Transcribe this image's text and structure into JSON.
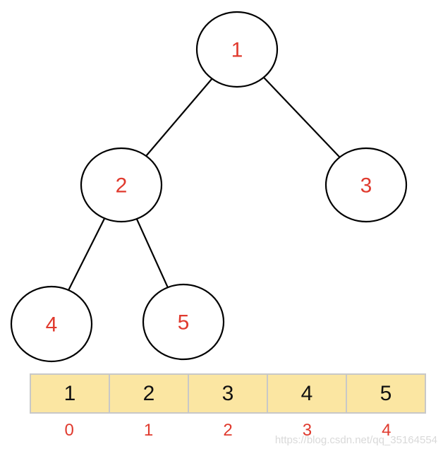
{
  "colors": {
    "node_label": "#e03a2e",
    "index_label": "#e03a2e",
    "cell_fill": "#fbe6a2",
    "cell_border": "#c8c8c8",
    "outline": "#000000"
  },
  "tree": {
    "nodes": [
      {
        "id": "n1",
        "label": "1"
      },
      {
        "id": "n2",
        "label": "2"
      },
      {
        "id": "n3",
        "label": "3"
      },
      {
        "id": "n4",
        "label": "4"
      },
      {
        "id": "n5",
        "label": "5"
      }
    ],
    "edges": [
      {
        "from": "n1",
        "to": "n2"
      },
      {
        "from": "n1",
        "to": "n3"
      },
      {
        "from": "n2",
        "to": "n4"
      },
      {
        "from": "n2",
        "to": "n5"
      }
    ]
  },
  "array": {
    "values": [
      "1",
      "2",
      "3",
      "4",
      "5"
    ],
    "indices": [
      "0",
      "1",
      "2",
      "3",
      "4"
    ]
  },
  "watermark": "https://blog.csdn.net/qq_35164554"
}
